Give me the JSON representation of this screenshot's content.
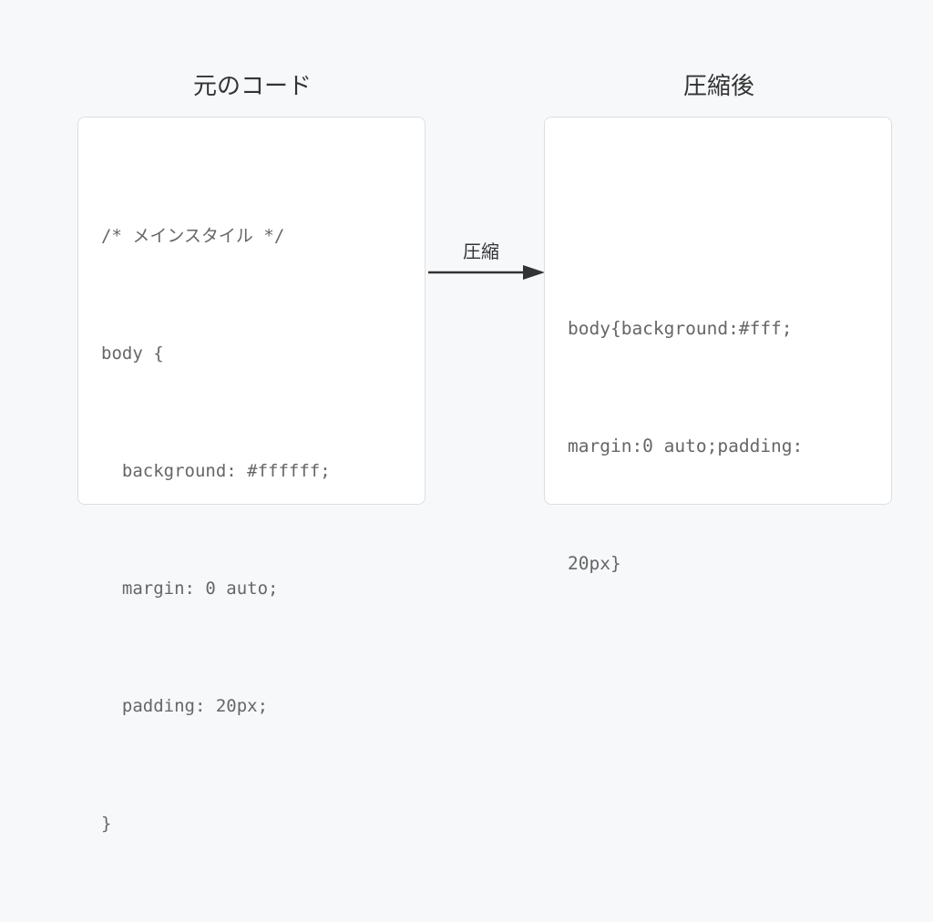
{
  "left": {
    "title": "元のコード",
    "lines": [
      "/* メインスタイル */",
      "body {",
      "  background: #ffffff;",
      "  margin: 0 auto;",
      "  padding: 20px;",
      "}"
    ]
  },
  "arrow": {
    "label": "圧縮"
  },
  "right": {
    "title": "圧縮後",
    "lines": [
      "body{background:#fff;",
      "margin:0 auto;padding:",
      "20px}"
    ]
  }
}
